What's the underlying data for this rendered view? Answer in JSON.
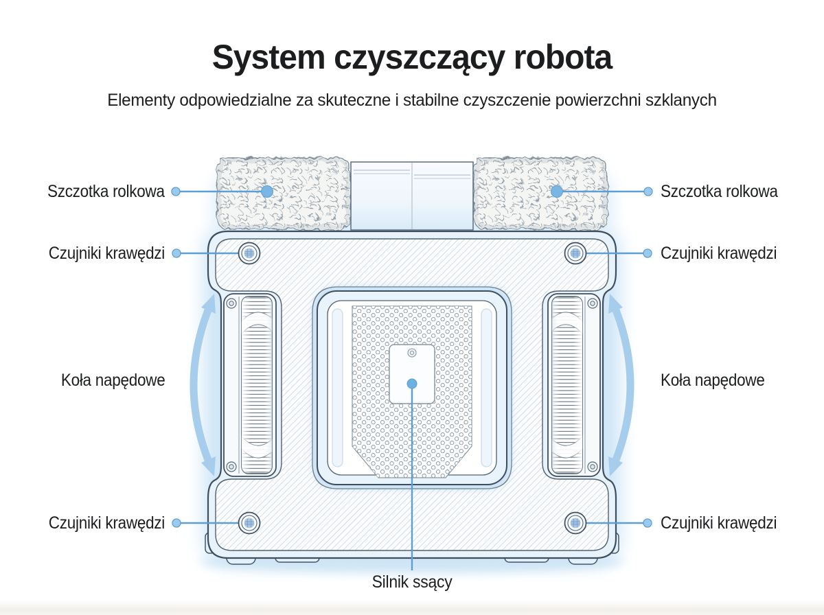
{
  "header": {
    "title": "System czyszczący robota",
    "subtitle": "Elementy odpowiedzialne za skuteczne i stabilne czyszczenie powierzchni szklanych"
  },
  "labels": {
    "roller_brush_left": "Szczotka rolkowa",
    "roller_brush_right": "Szczotka rolkowa",
    "edge_sensors_top_left": "Czujniki krawędzi",
    "edge_sensors_top_right": "Czujniki krawędzi",
    "drive_wheels_left": "Koła napędowe",
    "drive_wheels_right": "Koła napędowe",
    "edge_sensors_bottom_left": "Czujniki krawędzi",
    "edge_sensors_bottom_right": "Czujniki krawędzi",
    "suction_motor": "Silnik ssący"
  },
  "colors": {
    "text": "#1b1d1f",
    "leader_line": "#5d9fd4",
    "leader_dot": "#79b6e4",
    "leader_end_circle": "#9ccaec",
    "rotation_arrow": "#a6cdec",
    "outline_dark": "#3e4e5e",
    "body_fill": "#e7f2fb",
    "glow": "#c9e3f6",
    "hatch_line": "#b5bfc9"
  }
}
